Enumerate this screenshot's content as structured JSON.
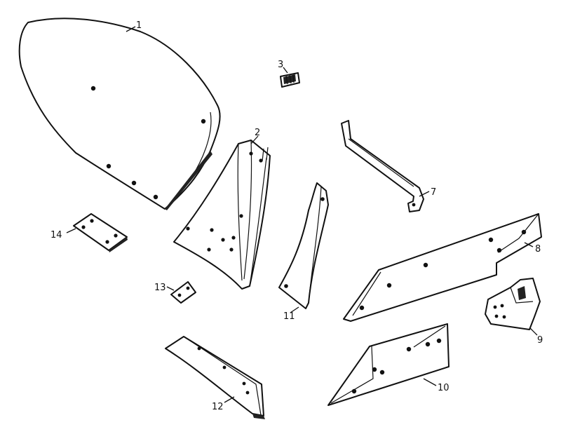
{
  "callouts": [
    {
      "id": "part-1",
      "label": "1"
    },
    {
      "id": "part-2",
      "label": "2"
    },
    {
      "id": "part-3",
      "label": "3"
    },
    {
      "id": "part-7",
      "label": "7"
    },
    {
      "id": "part-8",
      "label": "8"
    },
    {
      "id": "part-9",
      "label": "9"
    },
    {
      "id": "part-10",
      "label": "10"
    },
    {
      "id": "part-11",
      "label": "11"
    },
    {
      "id": "part-12",
      "label": "12"
    },
    {
      "id": "part-13",
      "label": "13"
    },
    {
      "id": "part-14",
      "label": "14"
    }
  ]
}
